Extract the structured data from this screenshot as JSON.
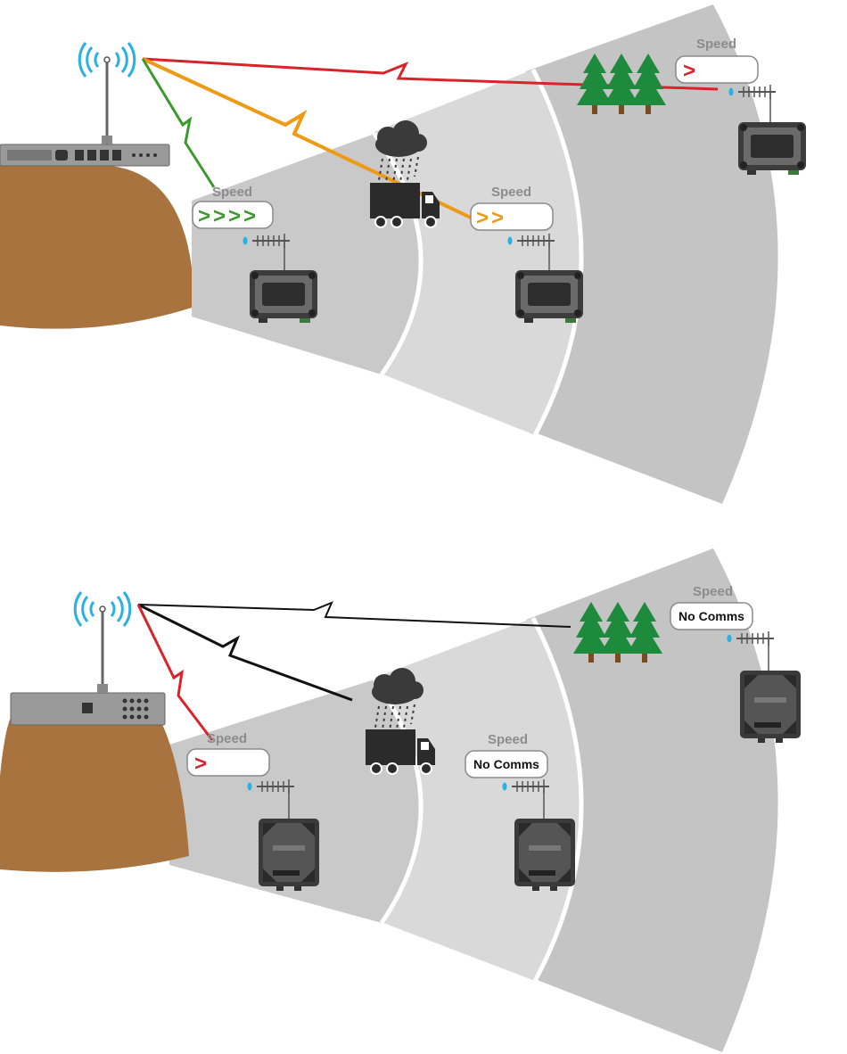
{
  "colors": {
    "ground": "#a8733f",
    "zone_near": "#c9c9c9",
    "zone_mid": "#d9d9d9",
    "zone_far": "#c4c4c4",
    "wifi": "#2bb0e4",
    "green": "#3a9a2c",
    "orange": "#ef9a14",
    "red": "#d8232a",
    "black": "#111111",
    "tree": "#1e8a3c",
    "trunk": "#7a4b20",
    "truck": "#2b2b2b",
    "cloud": "#3a3a3a"
  },
  "top_panel": {
    "near": {
      "label": "Speed",
      "value": ">>>>",
      "link": "green"
    },
    "mid": {
      "label": "Speed",
      "value": ">>",
      "link": "orange"
    },
    "far": {
      "label": "Speed",
      "value": ">",
      "link": "red"
    }
  },
  "bottom_panel": {
    "near": {
      "label": "Speed",
      "value": ">",
      "link": "red"
    },
    "mid": {
      "label": "Speed",
      "value": "No Comms",
      "link": "black"
    },
    "far": {
      "label": "Speed",
      "value": "No Comms",
      "link": "black"
    }
  },
  "icons": {
    "base_antenna": "radio-tower-icon",
    "base_station": "rack-radio-icon",
    "remote": "remote-radio-icon",
    "obstacle_weather": "rain-cloud-icon",
    "obstacle_vehicle": "truck-icon",
    "obstacle_trees": "trees-icon",
    "remote_antenna": "yagi-antenna-icon"
  }
}
